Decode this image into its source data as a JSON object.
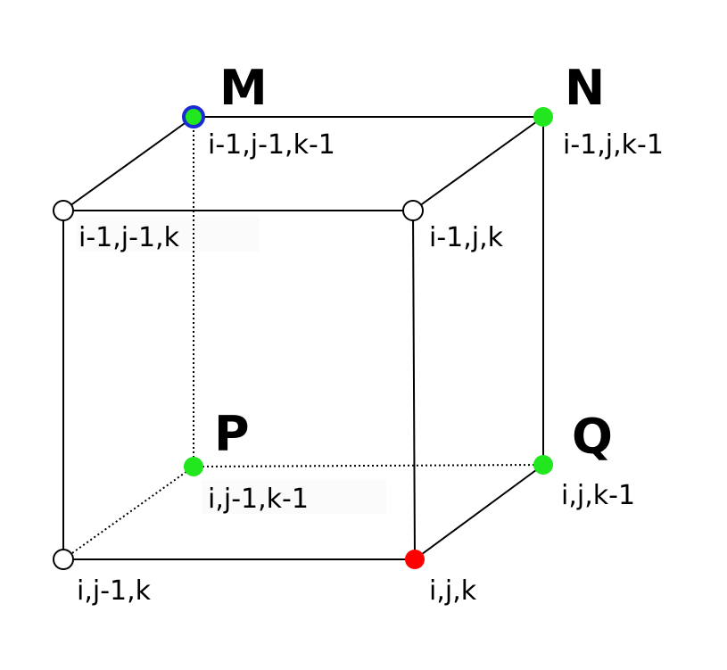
{
  "diagram": {
    "colors": {
      "edge": "#000000",
      "hollow_node": "#ffffff",
      "green_node": "#22e61e",
      "red_node": "#ff0000",
      "blue_ring": "#1a2bd6"
    },
    "letters": {
      "M": "M",
      "N": "N",
      "P": "P",
      "Q": "Q"
    },
    "nodes": {
      "m": "i-1,j-1,k-1",
      "n": "i-1,j,k-1",
      "front_top_left": "i-1,j-1,k",
      "front_top_right": "i-1,j,k",
      "p": "i,j-1,k-1",
      "q": "i,j,k-1",
      "front_bottom_left": "i,j-1,k",
      "front_bottom_right": "i,j,k"
    }
  }
}
